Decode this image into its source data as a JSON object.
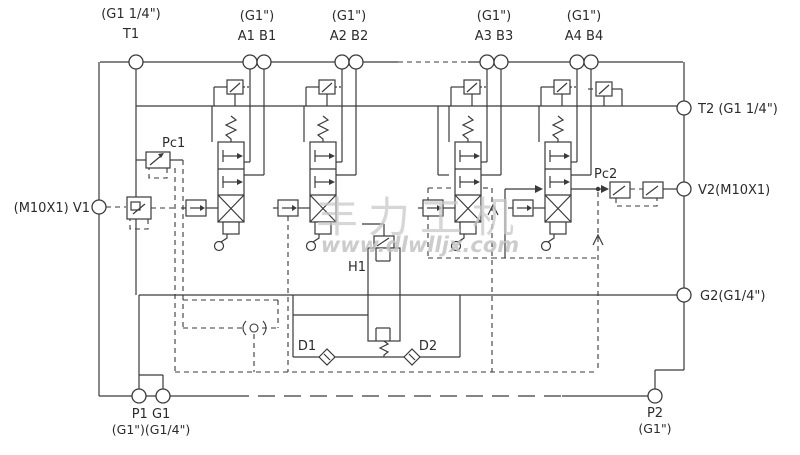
{
  "watermark": {
    "line1": "丰力工机",
    "line2": "www.dlwlljx.com"
  },
  "labels": {
    "t1_thread": "(G1 1/4\")",
    "t1": "T1",
    "a1b1_thread": "(G1\")",
    "a1b1": "A1 B1",
    "a2b2_thread": "(G1\")",
    "a2b2": "A2 B2",
    "a3b3_thread": "(G1\")",
    "a3b3": "A3 B3",
    "a4b4_thread": "(G1\")",
    "a4b4": "A4 B4",
    "t2": "T2 (G1 1/4\")",
    "v2": "V2(M10X1)",
    "g2": "G2(G1/4\")",
    "v1": "(M10X1) V1",
    "p1g1": "P1 G1",
    "p1g1_threads": "(G1\")(G1/4\")",
    "p2": "P2",
    "p2_thread": "(G1\")",
    "pc1": "Pc1",
    "pc2": "Pc2",
    "h1": "H1",
    "d1": "D1",
    "d2": "D2"
  }
}
